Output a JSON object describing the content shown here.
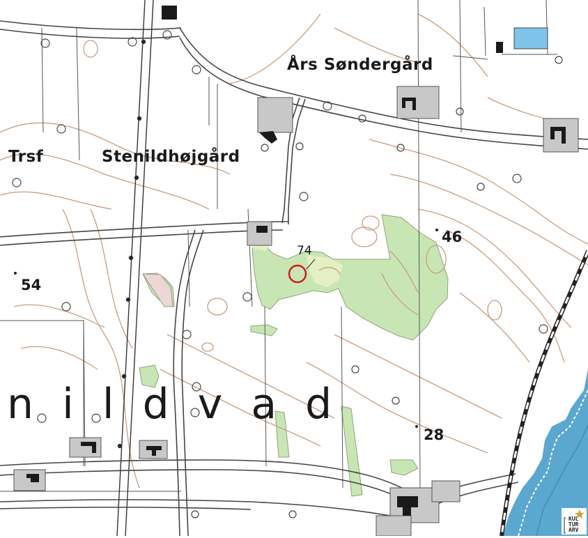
{
  "map": {
    "labels": {
      "ars_sondergard": "Års Søndergård",
      "trsf": "Trsf",
      "stenildhojgard": "Stenildhøjgård",
      "nildvad": "n i l d v a d"
    },
    "heights": {
      "h46": "46",
      "h54": "54",
      "h28": "28"
    },
    "marker": {
      "label": "74",
      "color": "#d41a1a"
    },
    "logo_text": "KUL TUR ARV",
    "colors": {
      "forest": "#c8e6b4",
      "road": "#444444",
      "contour": "#c89c80",
      "building": "#c8c8c8",
      "water": "#5aa7cf"
    }
  }
}
